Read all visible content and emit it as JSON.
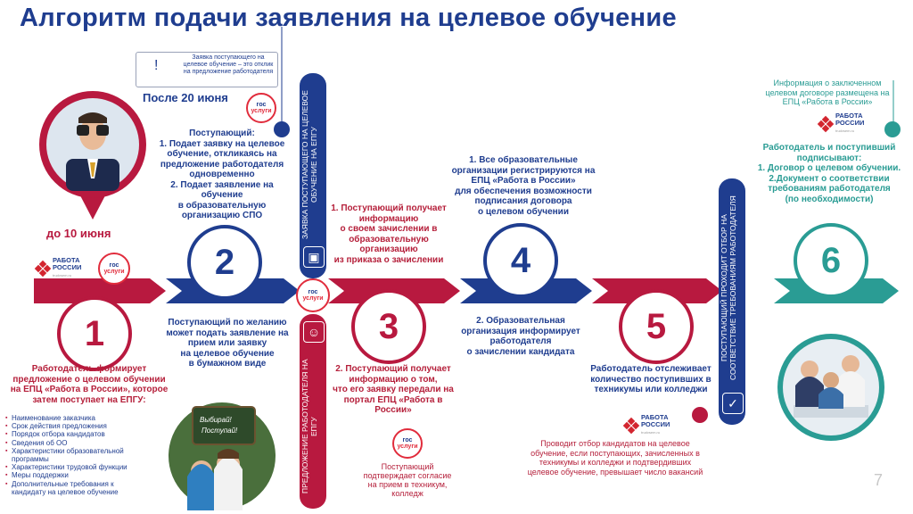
{
  "title": "Алгоритм подачи заявления на целевое обучение",
  "page_number": "7",
  "note_box": {
    "mark": "!",
    "text": "Заявка поступающего на целевое обучение – это отклик на предложение работодателя"
  },
  "after_date": "После 20 июня",
  "before_date": "до 10 июня",
  "logos": {
    "rr_line1": "РАБОТА",
    "rr_line2": "РОССИИ",
    "rr_sub": "trudvsem.ru",
    "gos_line1": "гос",
    "gos_line2": "услуги"
  },
  "vertical": {
    "epgu_application": "ЗАЯВКА ПОСТУПАЮЩЕГО НА ЦЕЛЕВОЕ ОБУЧЕНИЕ НА ЕПГУ",
    "employer_offer": "ПРЕДЛОЖЕНИЕ РАБОТОДАТЕЛЯ НА ЕПГУ",
    "employer_check": "ПОСТУПАЮЩИЙ ПРОХОДИТ ОТБОР НА СООТВЕТСТВИЕ ТРЕБОВАНИЯМ РАБОТОДАТЕЛЯ"
  },
  "steps": {
    "s1": {
      "num": "1",
      "text": "Работодатель формирует предложение о целевом обучении на ЕПЦ «Работа в России», которое затем поступает на ЕПГУ:"
    },
    "s2": {
      "num": "2",
      "top": "Поступающий:\n1. Подает заявку  на целевое обучение, откликаясь на предложение работодателя одновременно\n2.        Подает заявление на обучение\nв образовательную организацию СПО",
      "bottom": "Поступающий по желанию может подать заявление  на прием или заявку\nна целевое обучение\nв бумажном виде"
    },
    "s3": {
      "num": "3",
      "top": "1. Поступающий получает информацию\nо своем зачислении  в образовательную организацию\nиз приказа о зачислении",
      "bottom": "2. Поступающий получает информацию о том,\nчто его заявку передали на портал ЕПЦ «Работа  в России»",
      "gos_text": "Поступающий подтверждает согласие на прием в техникум, колледж"
    },
    "s4": {
      "num": "4",
      "top": "1. Все образовательные организации регистрируются на ЕПЦ «Работа в России»\nдля обеспечения возможности подписания договора\nо целевом обучении",
      "bottom": "2. Образовательная организация информирует работодателя\nо зачислении кандидата"
    },
    "s5": {
      "num": "5",
      "text": "Работодатель отслеживает количество поступивших в    техникумы или колледжи",
      "bottom_text": "Проводит отбор кандидатов на целевое обучение, если поступающих, зачисленных  в техникумы и колледжи и подтвердивших целевое обучение, превышает число вакансий"
    },
    "s6": {
      "num": "6",
      "info": "Информация о заключенном целевом договоре размещена на ЕПЦ «Работа в России»",
      "text": "Работодатель и поступивший подписывают:\n1. Договор о целевом обучении.\n2.Документ о соответствии требованиям работодателя\n(по необходимости)"
    }
  },
  "offer_items": [
    "Наименование заказчика",
    "Срок действия предложения",
    "Порядок отбора кандидатов",
    "Сведения об ОО",
    "Характеристики образовательной программы",
    "Характеристики трудовой функции",
    "Меры поддержки",
    "Дополнительные требования к кандидату на целевое обучение"
  ],
  "board": {
    "line1": "Выбирай!",
    "line2": "Поступай!"
  },
  "colors": {
    "red": "#b8193f",
    "blue": "#1f3d8f",
    "teal": "#2a9c94"
  }
}
